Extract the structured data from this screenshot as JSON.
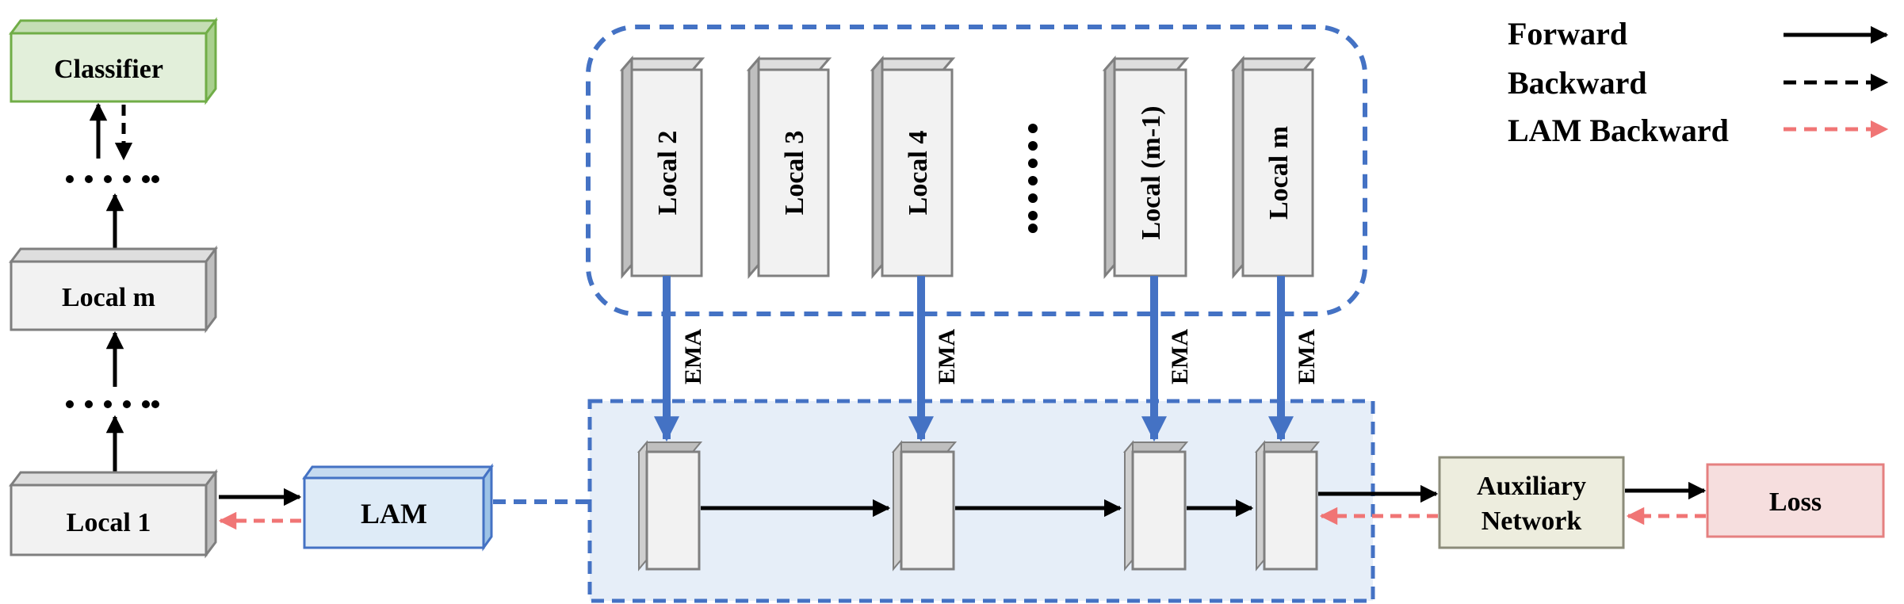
{
  "legend": {
    "forward": "Forward",
    "backward": "Backward",
    "lam_backward": "LAM Backward"
  },
  "left_stack": {
    "classifier": "Classifier",
    "local_m": "Local m",
    "local_1": "Local 1",
    "dots": "......"
  },
  "lam": "LAM",
  "ema_group": {
    "locals": [
      "Local 2",
      "Local 3",
      "Local 4",
      "Local (m-1)",
      "Local m"
    ],
    "vertical_dots": "......",
    "ema_label": "EMA"
  },
  "auxiliary_network": [
    "Auxiliary",
    "Network"
  ],
  "loss": "Loss",
  "colors": {
    "classifier_fill": "#e2efda",
    "classifier_border": "#70ad47",
    "block_fill": "#f2f2f2",
    "block_border": "#7f7f7f",
    "lam_fill": "#deebf7",
    "lam_border": "#4472c4",
    "ema_blue": "#4472c4",
    "aux_fill": "#ededde",
    "aux_border": "#8c8c7a",
    "loss_fill": "#f6dede",
    "loss_border": "#e58080",
    "lam_backward_arrow": "#f07575",
    "forward_arrow": "#000000"
  }
}
